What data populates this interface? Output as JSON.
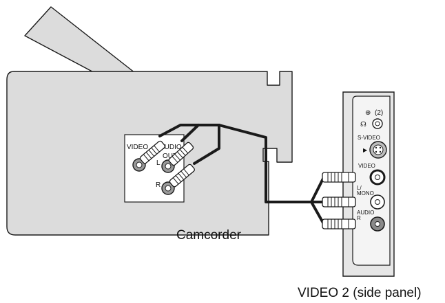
{
  "camcorder": {
    "label": "Camcorder",
    "jacks": {
      "video": "VIDEO",
      "audio": "AUDIO",
      "out": "OUT",
      "left": "L",
      "right": "R"
    }
  },
  "side_panel": {
    "caption": "VIDEO 2 (side panel)",
    "input_label": "(2)",
    "svideo": "S-VIDEO",
    "video": "VIDEO",
    "lmono": "L/\nMONO",
    "audio": "AUDIO",
    "r": "R"
  },
  "cable_colors": {
    "body_fill": "#dcdcdc",
    "outline": "#1a1a1a",
    "panel_fill": "#e6e6e6"
  }
}
